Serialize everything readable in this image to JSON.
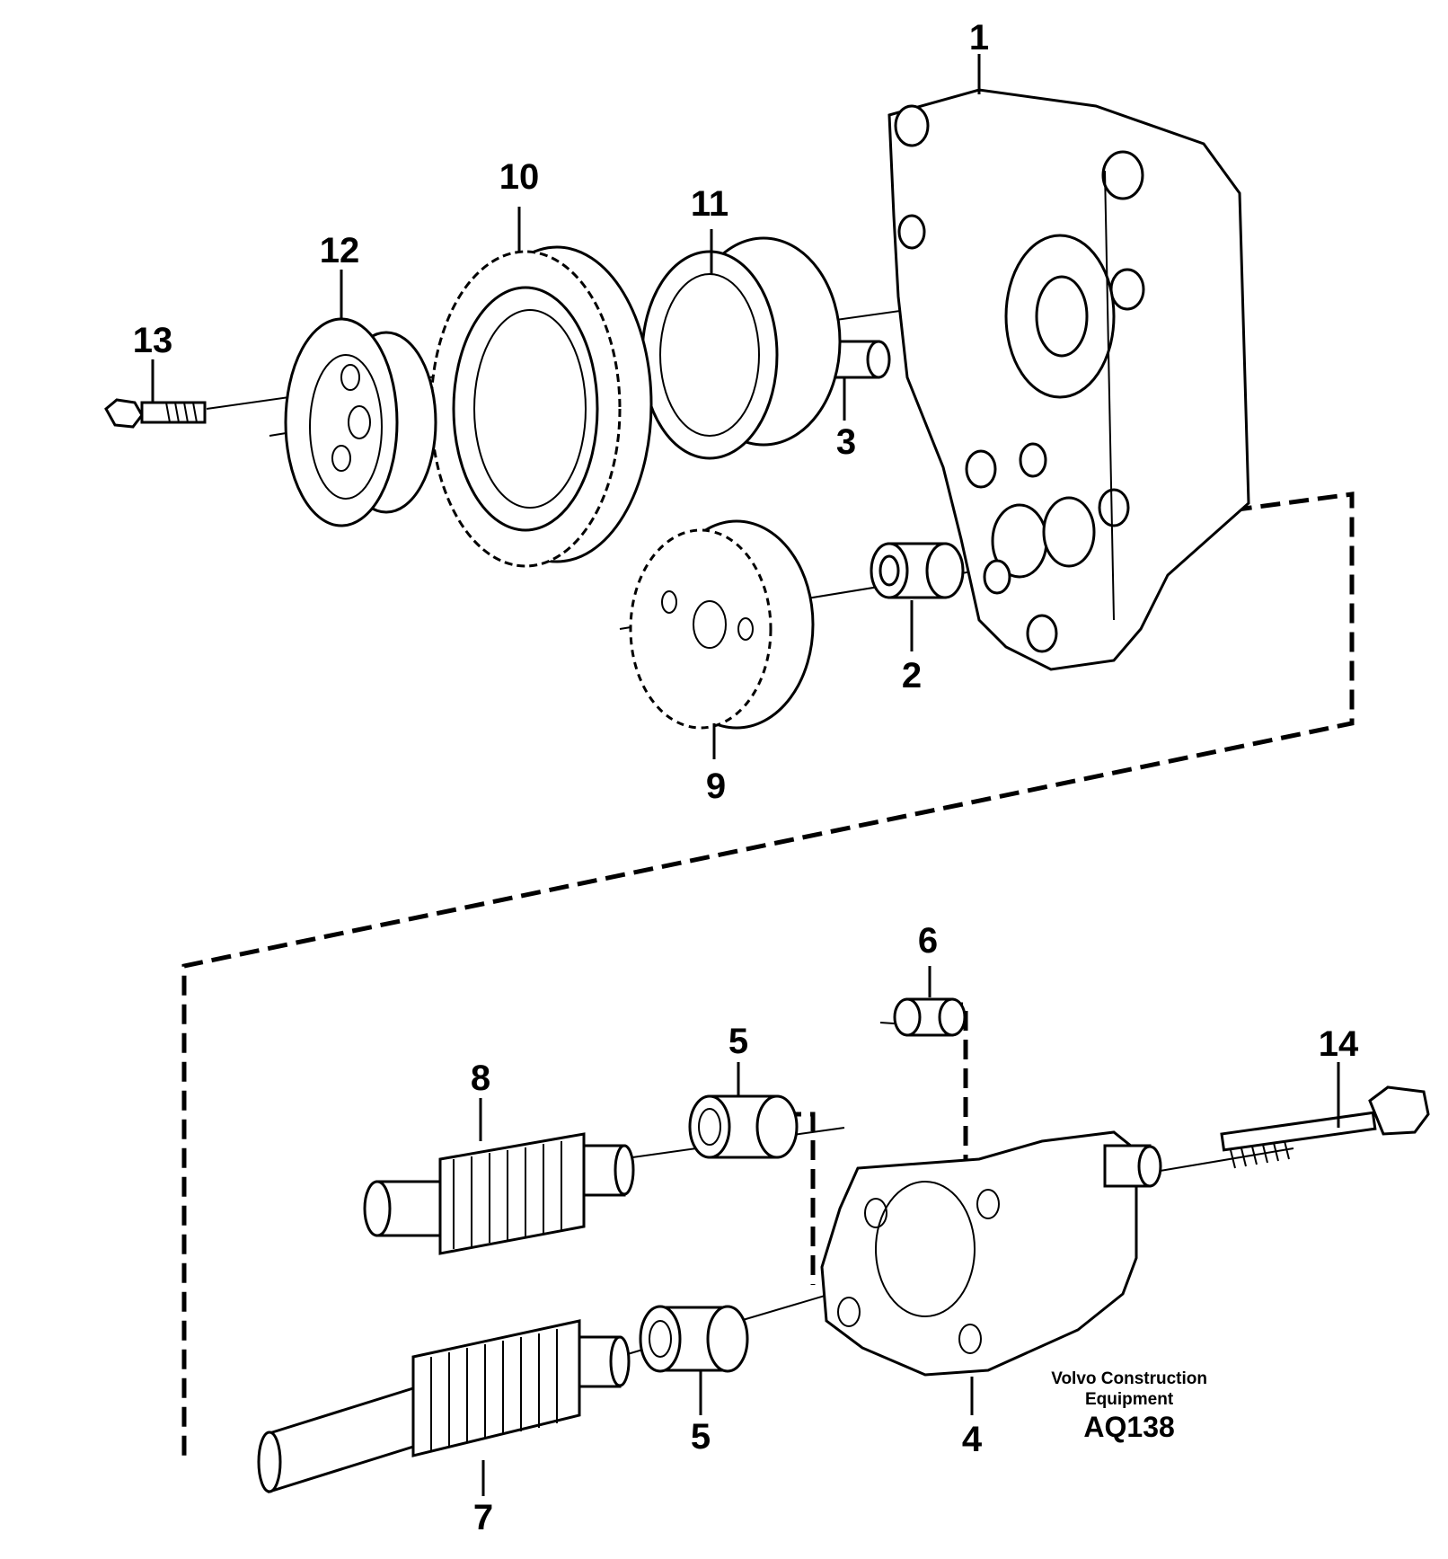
{
  "callouts": {
    "c1": "1",
    "c2": "2",
    "c3": "3",
    "c4": "4",
    "c5a": "5",
    "c5b": "5",
    "c6": "6",
    "c7": "7",
    "c8": "8",
    "c9": "9",
    "c10": "10",
    "c11": "11",
    "c12": "12",
    "c13": "13",
    "c14": "14"
  },
  "maker": {
    "line1": "Volvo Construction",
    "line2": "Equipment",
    "code": "AQ138"
  }
}
